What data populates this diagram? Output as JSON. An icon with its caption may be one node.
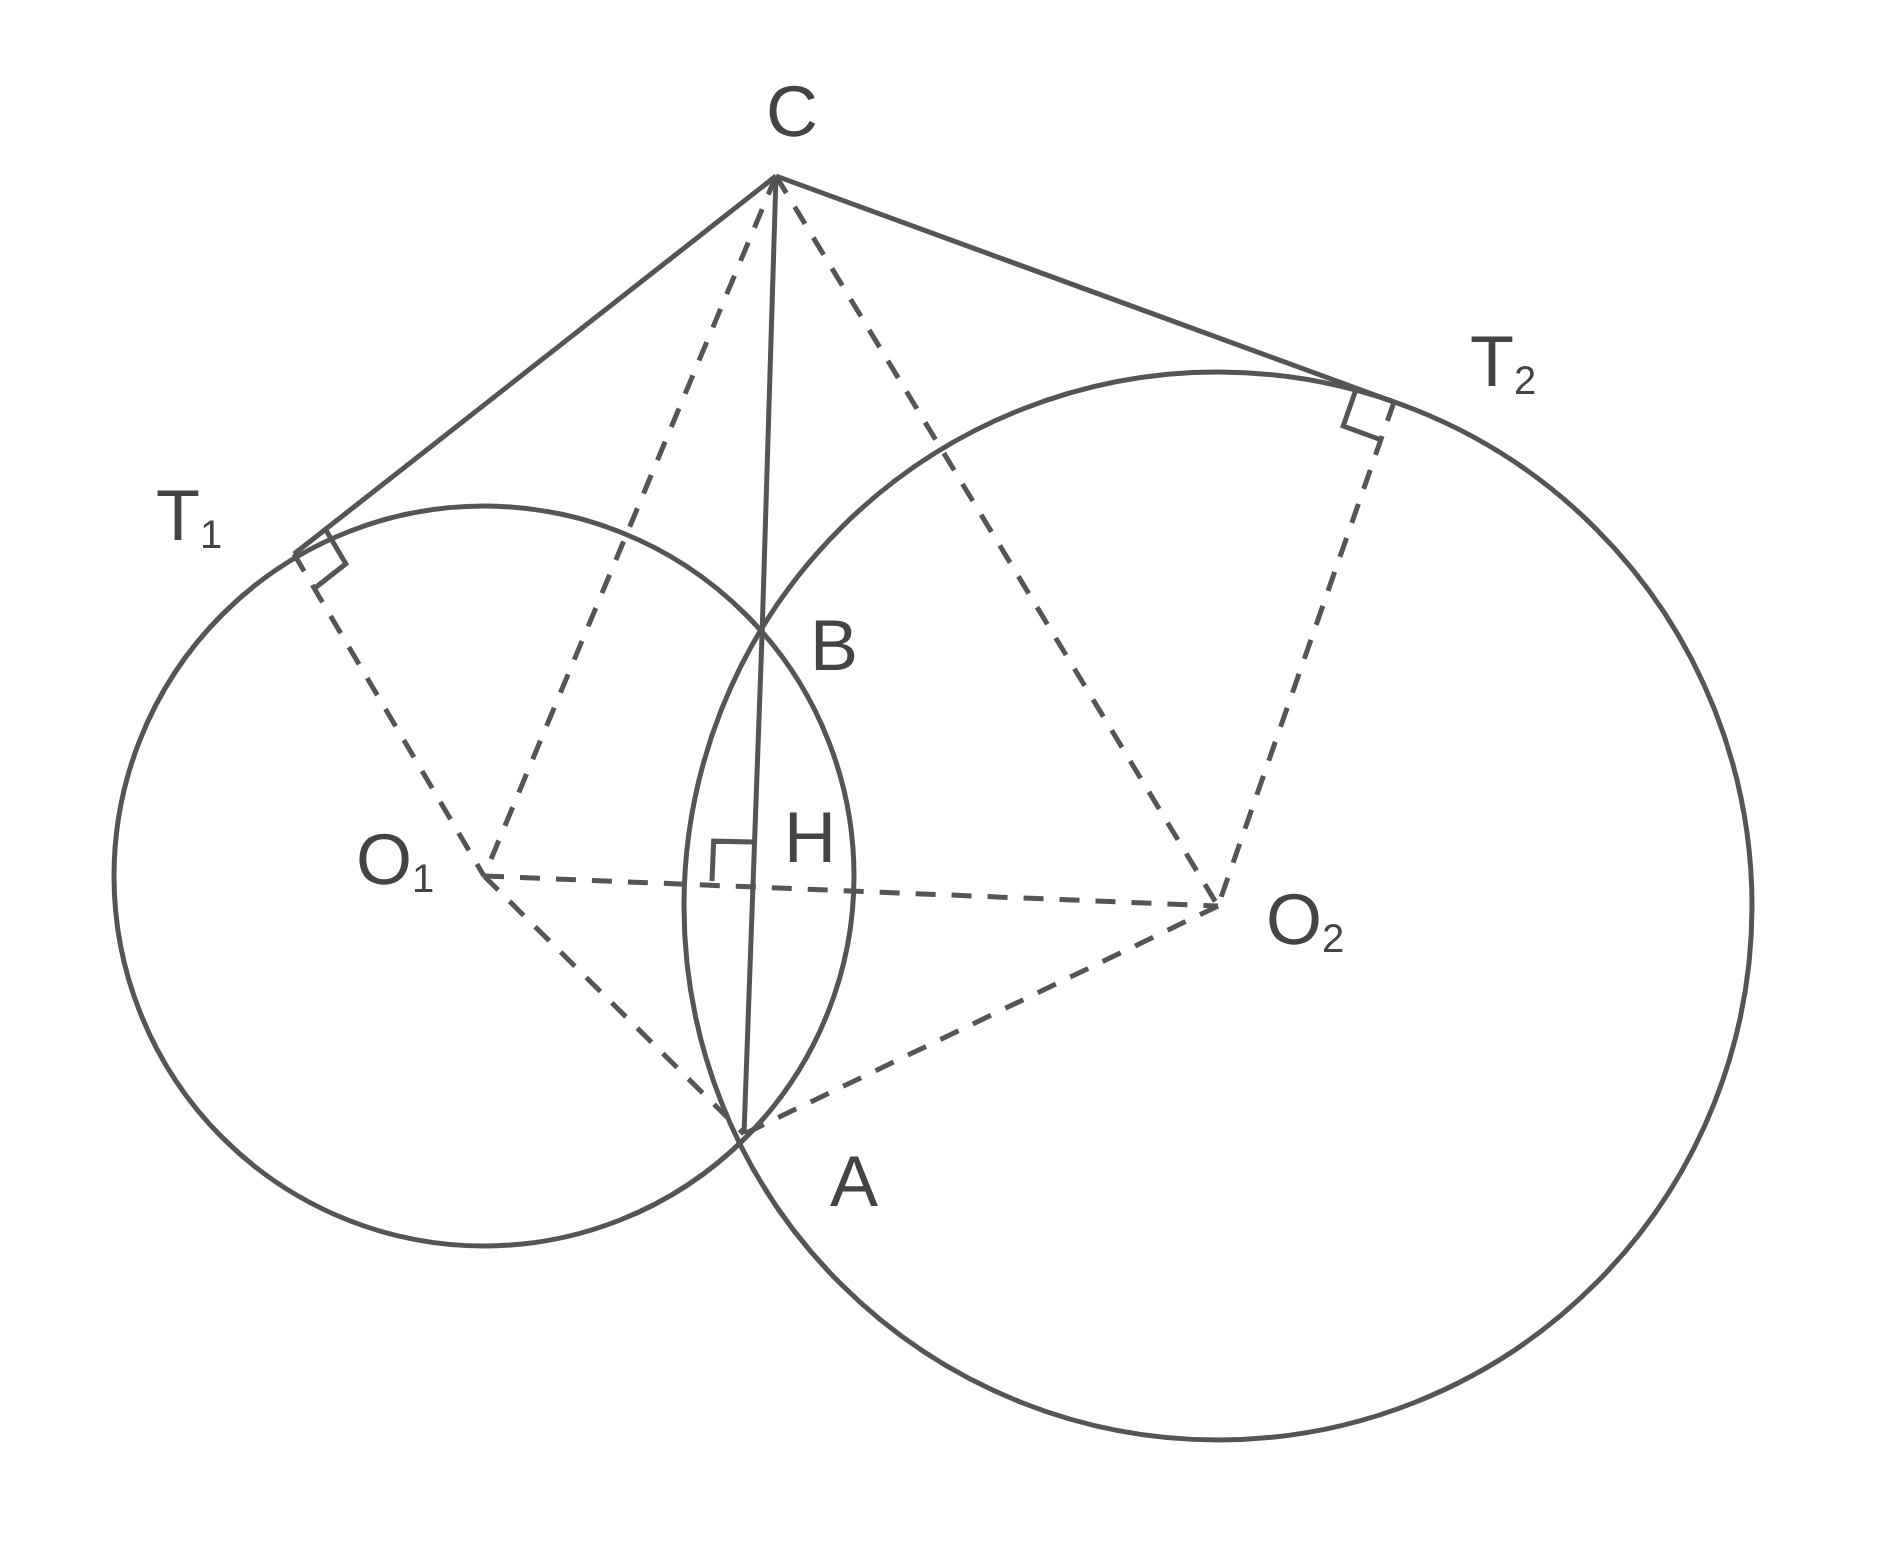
{
  "diagram": {
    "nodes": [
      {
        "text": [
          "C"
        ]
      },
      {
        "text": [
          "T$_{2}$"
        ]
      },
      {
        "text": [
          "T$_{1}$"
        ]
      },
      {
        "text": [
          "B"
        ]
      },
      {
        "text": [
          "O$_{1}$"
        ]
      },
      {
        "text": [
          "O$_{2}$"
        ]
      },
      {
        "text": [
          "A"
        ]
      }
    ],
    "edges": [
      {
        "from": 0,
        "to": 2,
        "arrow": "none"
      },
      {
        "from": 0,
        "to": 1,
        "arrow": "none"
      },
      {
        "from": 0,
        "to": 4,
        "arrow": "none",
        "style": "dashed"
      },
      {
        "from": 0,
        "to": 3,
        "arrow": "none"
      },
      {
        "from": 0,
        "to": 5,
        "arrow": "none",
        "style": "dashed"
      },
      {
        "from": 1,
        "to": 5,
        "arrow": "none",
        "style": "dashed"
      },
      {
        "from": 2,
        "to": 4,
        "arrow": "none",
        "style": "dashed"
      },
      {
        "from": 3,
        "to": 6,
        "arrow": "none"
      },
      {
        "from": 4,
        "to": 5,
        "arrow": "none",
        "style": "dashed"
      },
      {
        "from": 4,
        "to": 6,
        "arrow": "none",
        "style": "dashed"
      },
      {
        "from": 5,
        "to": 6,
        "arrow": "none",
        "style": "dashed"
      }
    ],
    "labels": [
      "H"
    ]
  }
}
